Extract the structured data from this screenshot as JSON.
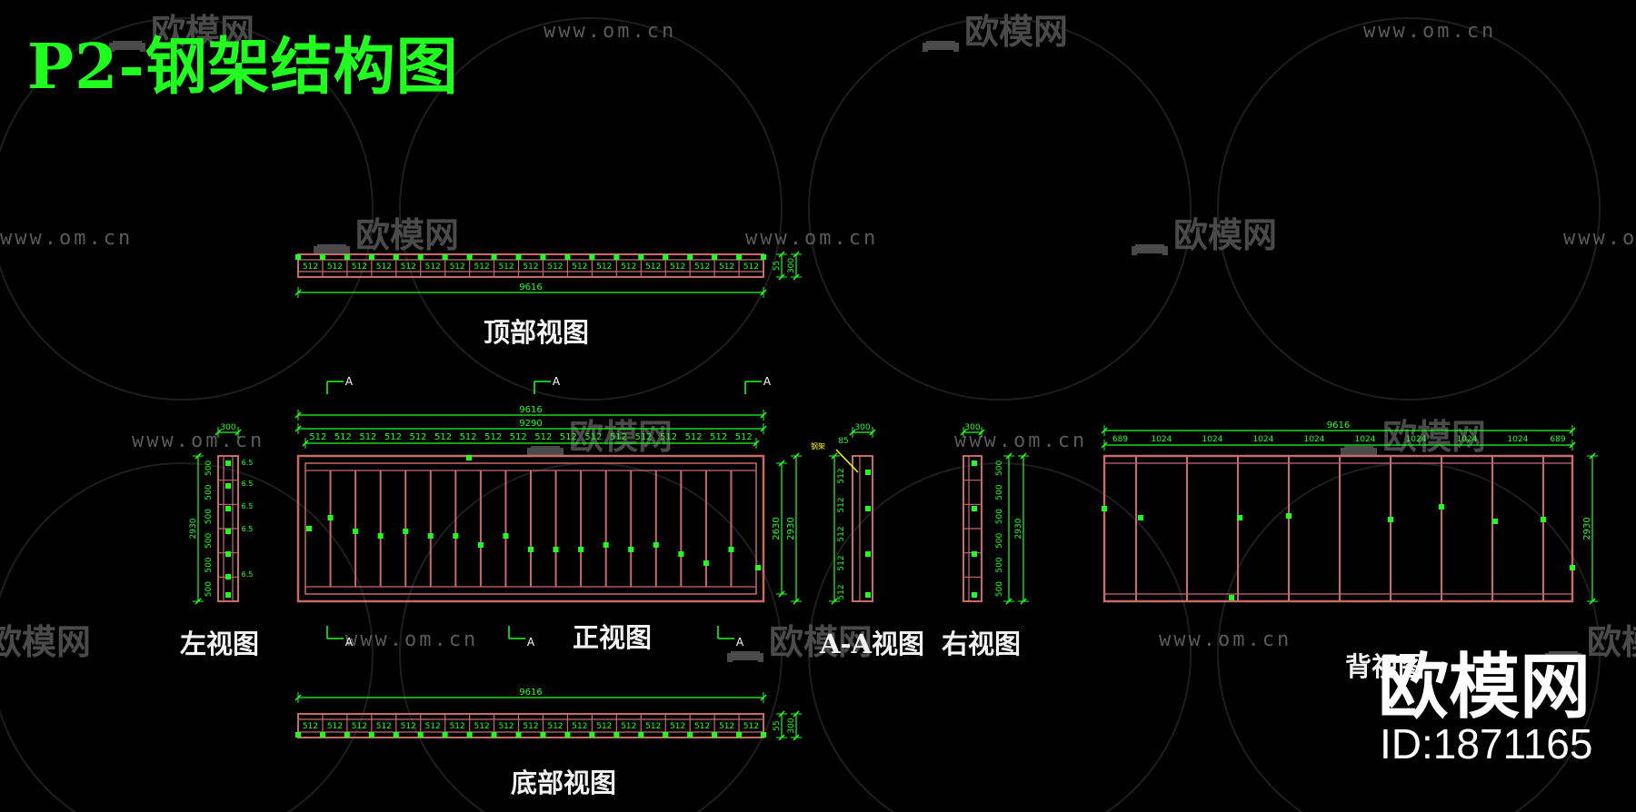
{
  "title": "P2-钢架结构图",
  "views": {
    "top": "顶部视图",
    "left": "左视图",
    "front": "正视图",
    "section": "A-A视图",
    "right": "右视图",
    "back": "背视图",
    "bottom": "底部视图"
  },
  "section_marker": "A",
  "dims": {
    "overall_width": "9616",
    "inner_width": "9290",
    "module": "512",
    "height": "2930",
    "inner_height": "2630",
    "depth": "300",
    "depth_inner": "55",
    "side_row": "500",
    "side_small": "6.5",
    "back_module": "1024",
    "back_end": "689",
    "section_top": "85",
    "section_note": "钢架"
  },
  "watermark": {
    "url": "www.om.cn",
    "brand": "欧模网",
    "logo": "欧模网",
    "id": "ID:1871165"
  },
  "colors": {
    "background": "#000000",
    "frame": "#c86a6a",
    "dimension": "#21ff21",
    "text": "#ffffff",
    "node": "#21ff21",
    "leader": "#ffff00",
    "watermark": "#4a4a4a"
  }
}
